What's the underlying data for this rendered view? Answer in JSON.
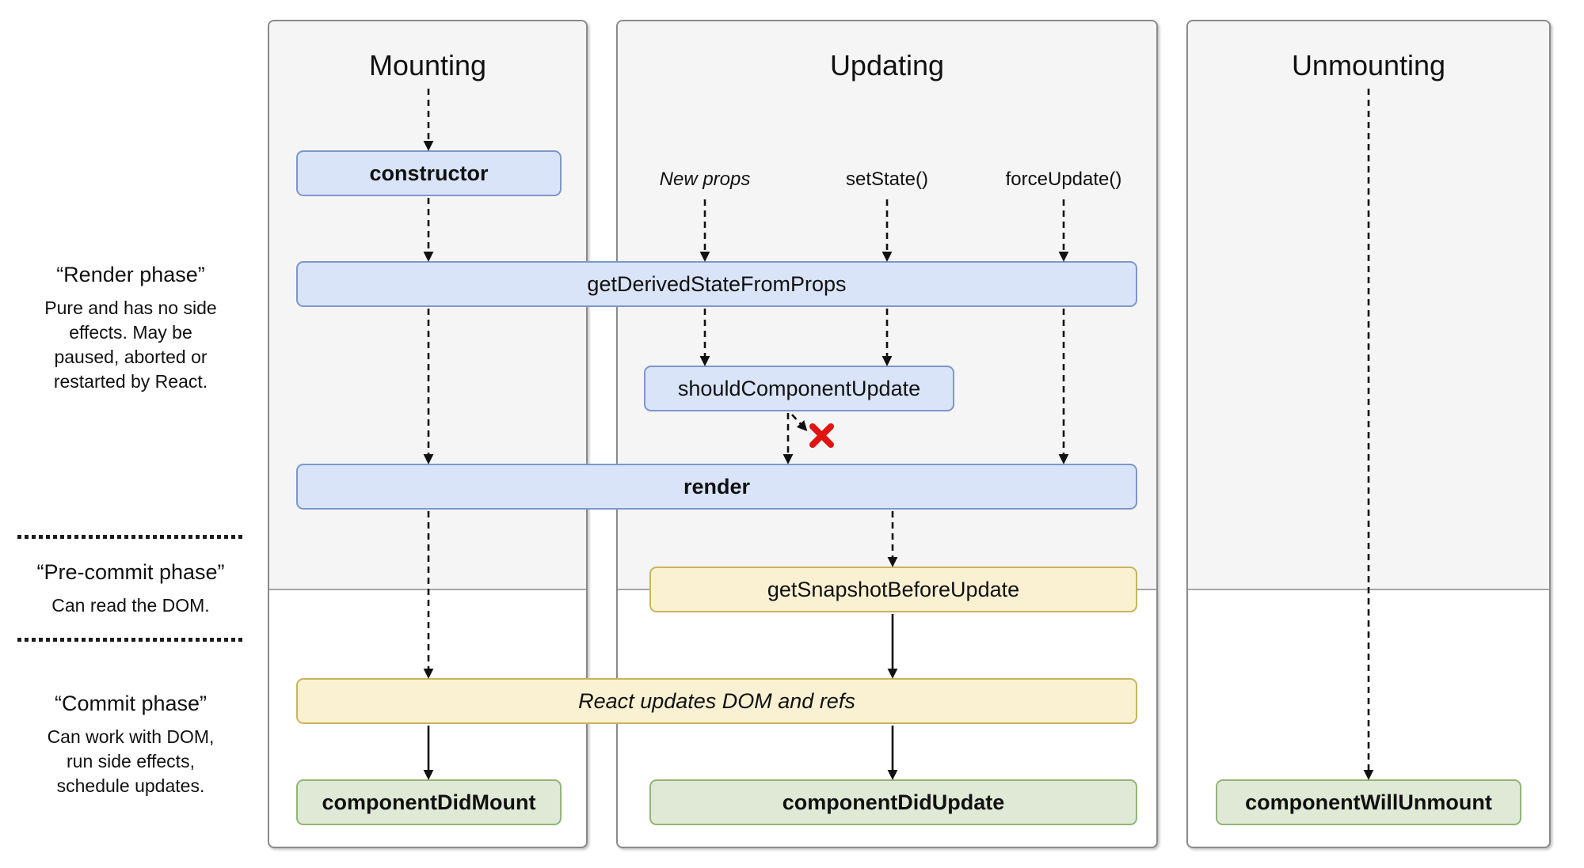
{
  "phases": {
    "render": {
      "title": "“Render phase”",
      "desc": "Pure and has no side\neffects. May be\npaused, aborted or\nrestarted by React."
    },
    "pre_commit": {
      "title": "“Pre-commit phase”",
      "desc": "Can read the DOM."
    },
    "commit": {
      "title": "“Commit phase”",
      "desc": "Can work with DOM,\nrun side effects,\nschedule updates."
    }
  },
  "columns": {
    "mounting": {
      "title": "Mounting"
    },
    "updating": {
      "title": "Updating",
      "triggers": {
        "new_props": "New props",
        "set_state": "setState()",
        "force_update": "forceUpdate()"
      }
    },
    "unmounting": {
      "title": "Unmounting"
    }
  },
  "methods": {
    "constructor": "constructor",
    "get_derived_state_from_props": "getDerivedStateFromProps",
    "should_component_update": "shouldComponentUpdate",
    "render": "render",
    "get_snapshot_before_update": "getSnapshotBeforeUpdate",
    "react_updates": "React updates DOM and refs",
    "component_did_mount": "componentDidMount",
    "component_did_update": "componentDidUpdate",
    "component_will_unmount": "componentWillUnmount"
  },
  "colors": {
    "panel-bg": "#f5f5f5",
    "panel-border": "#8a8a8a",
    "blue-fill": "#d9e4f8",
    "blue-border": "#7e97cb",
    "yellow-fill": "#faf1d2",
    "yellow-border": "#c9b45f",
    "green-fill": "#dfe9d5",
    "green-border": "#92b577",
    "arrow": "#111111",
    "reject-x": "#e01511"
  }
}
